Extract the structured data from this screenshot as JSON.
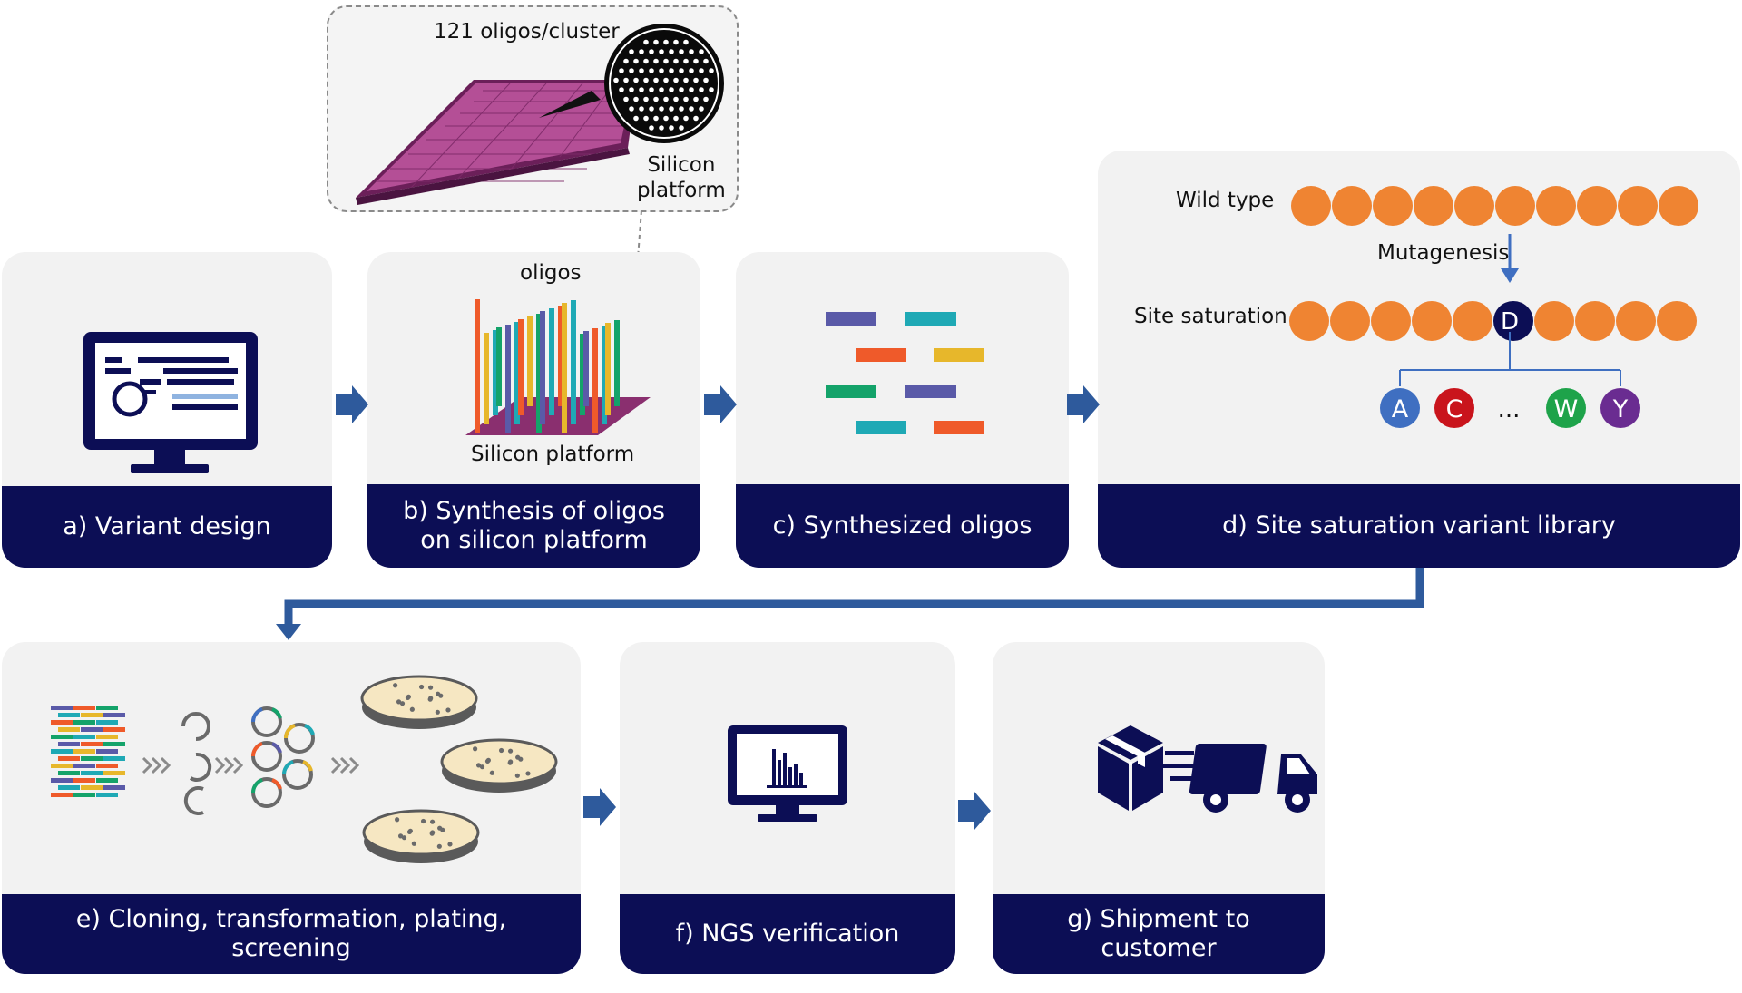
{
  "steps": {
    "a": {
      "caption": "a) Variant design"
    },
    "b": {
      "caption": "b) Synthesis of oligos on silicon platform",
      "oligos_label": "oligos",
      "platform_label": "Silicon platform"
    },
    "c": {
      "caption": "c) Synthesized oligos"
    },
    "d": {
      "caption": "d) Site saturation variant library",
      "wild_type_label": "Wild type",
      "mutagenesis_label": "Mutagenesis",
      "site_saturation_label": "Site saturation",
      "center_residue": "D",
      "variants": [
        "A",
        "C",
        "...",
        "W",
        "Y"
      ]
    },
    "e": {
      "caption": "e) Cloning, transformation, plating, screening"
    },
    "f": {
      "caption": "f)  NGS verification"
    },
    "g": {
      "caption": "g) Shipment to customer"
    }
  },
  "inset": {
    "cluster_label": "121 oligos/cluster",
    "platform_label": "Silicon\nplatform"
  },
  "colors": {
    "navy": "#0c0e55",
    "arrow": "#2e5a9c",
    "bead": "#ef8432",
    "purple_chip": "#8a2f6f",
    "variant_A": "#3f6fc1",
    "variant_C": "#c9141c",
    "variant_W": "#1ea34a",
    "variant_Y": "#6a2c91"
  }
}
